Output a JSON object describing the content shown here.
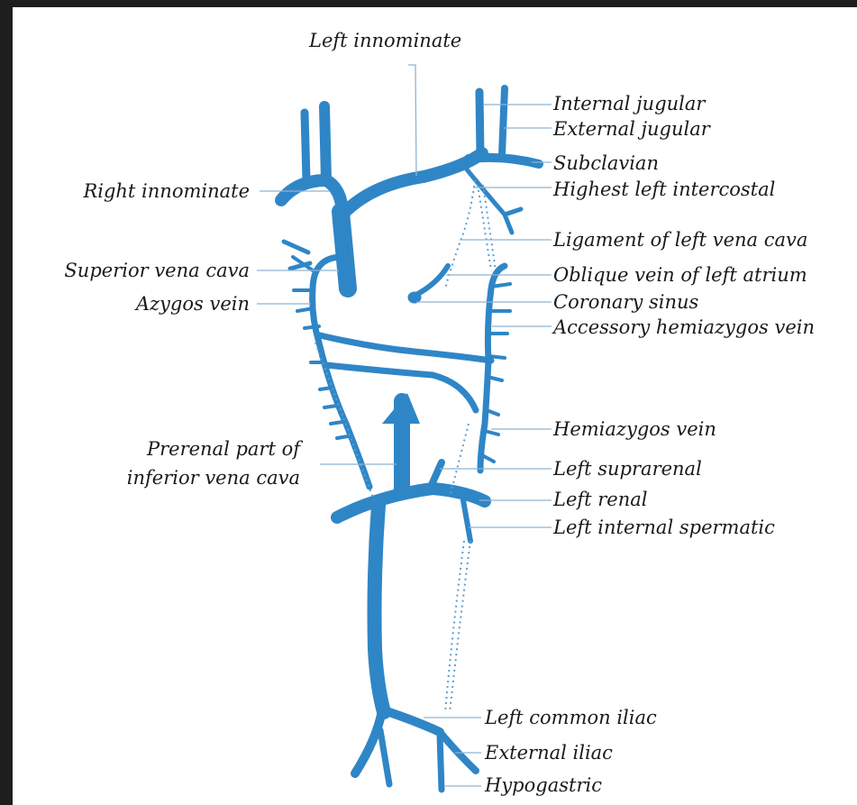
{
  "diagram": {
    "colors": {
      "vein": "#2f86c6",
      "leader": "#8fb3d2",
      "text": "#1a1a1a",
      "background": "#ffffff",
      "outer_border": "#1e1e1e"
    },
    "labels": {
      "left_innominate": "Left innominate",
      "internal_jugular": "Internal jugular",
      "external_jugular": "External jugular",
      "subclavian": "Subclavian",
      "highest_left_intercostal": "Highest left intercostal",
      "right_innominate": "Right innominate",
      "ligament_left_vena_cava": "Ligament of left vena cava",
      "superior_vena_cava": "Superior vena cava",
      "oblique_vein_left_atrium": "Oblique vein of left atrium",
      "azygos_vein": "Azygos vein",
      "coronary_sinus": "Coronary sinus",
      "accessory_hemiazygos": "Accessory hemiazygos vein",
      "hemiazygos_vein": "Hemiazygos vein",
      "prerenal_line1": "Prerenal part of",
      "prerenal_line2": "inferior vena cava",
      "left_suprarenal": "Left suprarenal",
      "left_renal": "Left renal",
      "left_internal_spermatic": "Left internal spermatic",
      "left_common_iliac": "Left common iliac",
      "external_iliac": "External iliac",
      "hypogastric": "Hypogastric"
    }
  }
}
